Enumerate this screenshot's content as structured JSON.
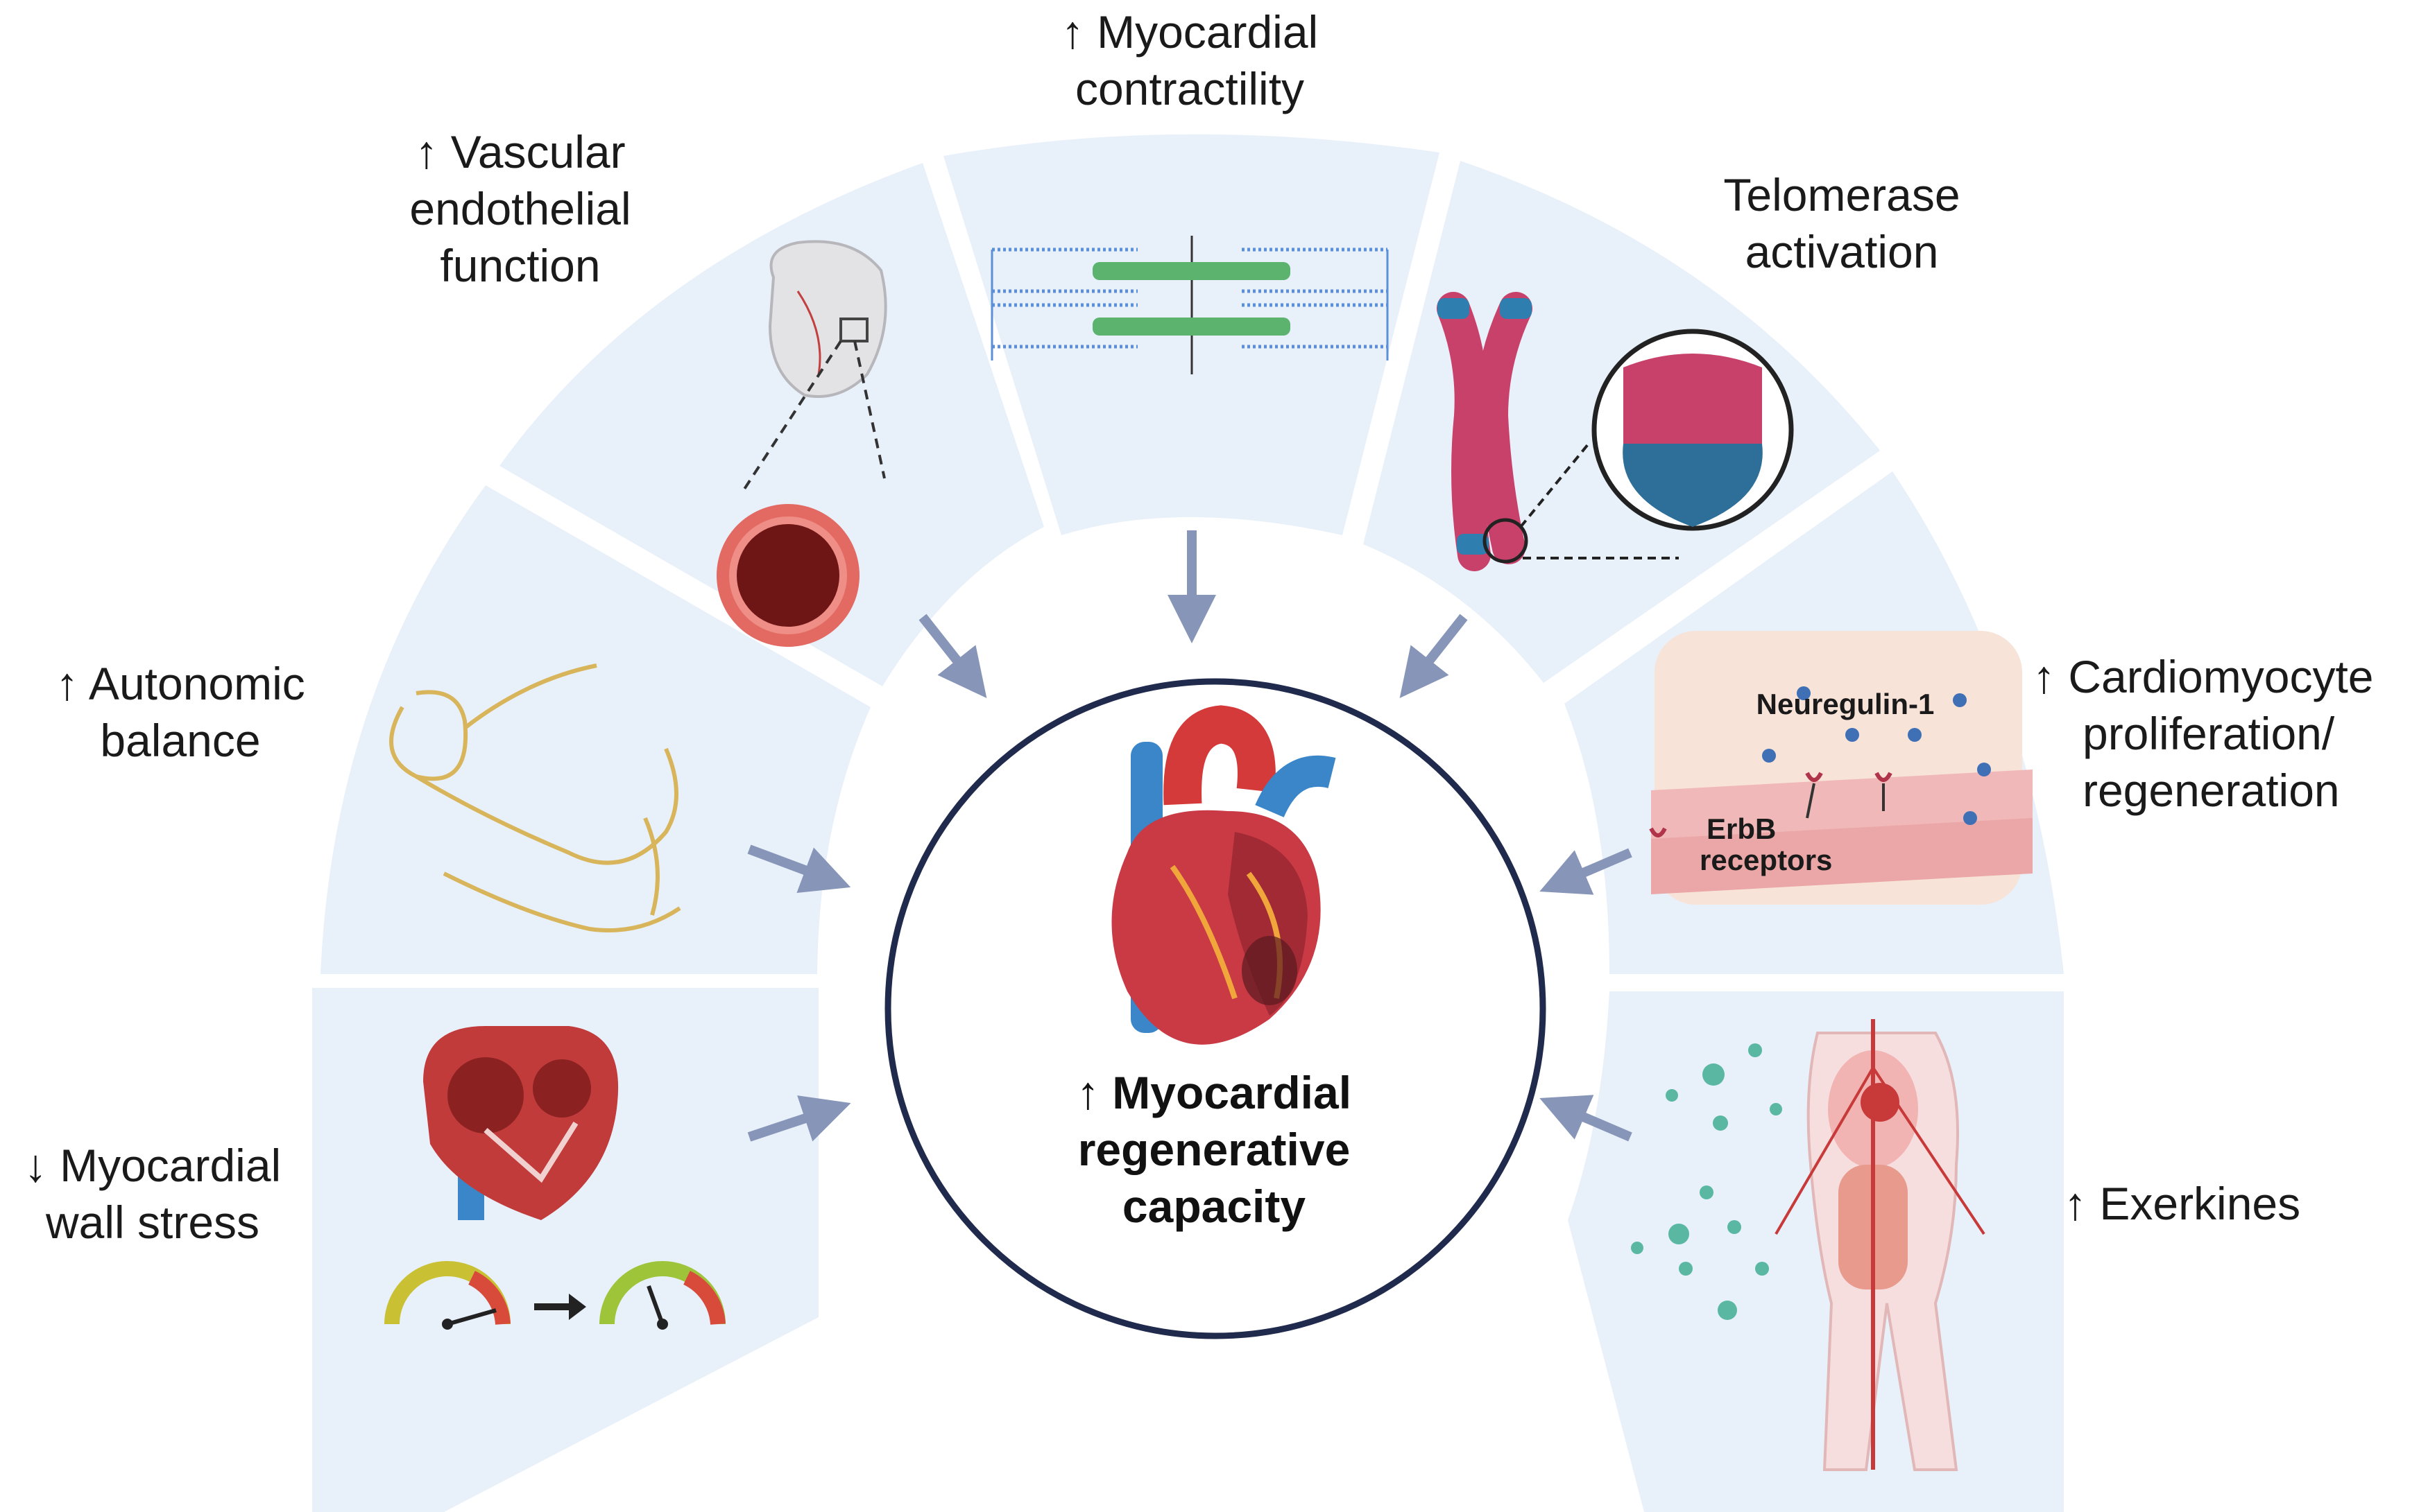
{
  "center": {
    "line1": "↑ Myocardial",
    "line2": "regenerative",
    "line3": "capacity"
  },
  "segments": {
    "wall_stress": {
      "line1": "↓ Myocardial",
      "line2": "wall stress"
    },
    "autonomic": {
      "line1": "↑ Autonomic",
      "line2": "balance"
    },
    "vascular": {
      "line1": "↑ Vascular",
      "line2": "endothelial",
      "line3": "function"
    },
    "contractility": {
      "line1": "↑ Myocardial",
      "line2": "contractility"
    },
    "telomerase": {
      "line1": "Telomerase",
      "line2": "activation"
    },
    "cardiomyocyte": {
      "line1": "↑ Cardiomyocyte",
      "line2": "proliferation/",
      "line3": "regeneration"
    },
    "exerkines": {
      "line1": "↑ Exerkines"
    }
  },
  "inner_labels": {
    "neuregulin": "Neuregulin-1",
    "erbb1": "ErbB",
    "erbb2": "receptors"
  },
  "colors": {
    "segment_fill": "#e8f0fa",
    "arrow": "#8796b8",
    "circle_stroke": "#1f2a4d"
  }
}
